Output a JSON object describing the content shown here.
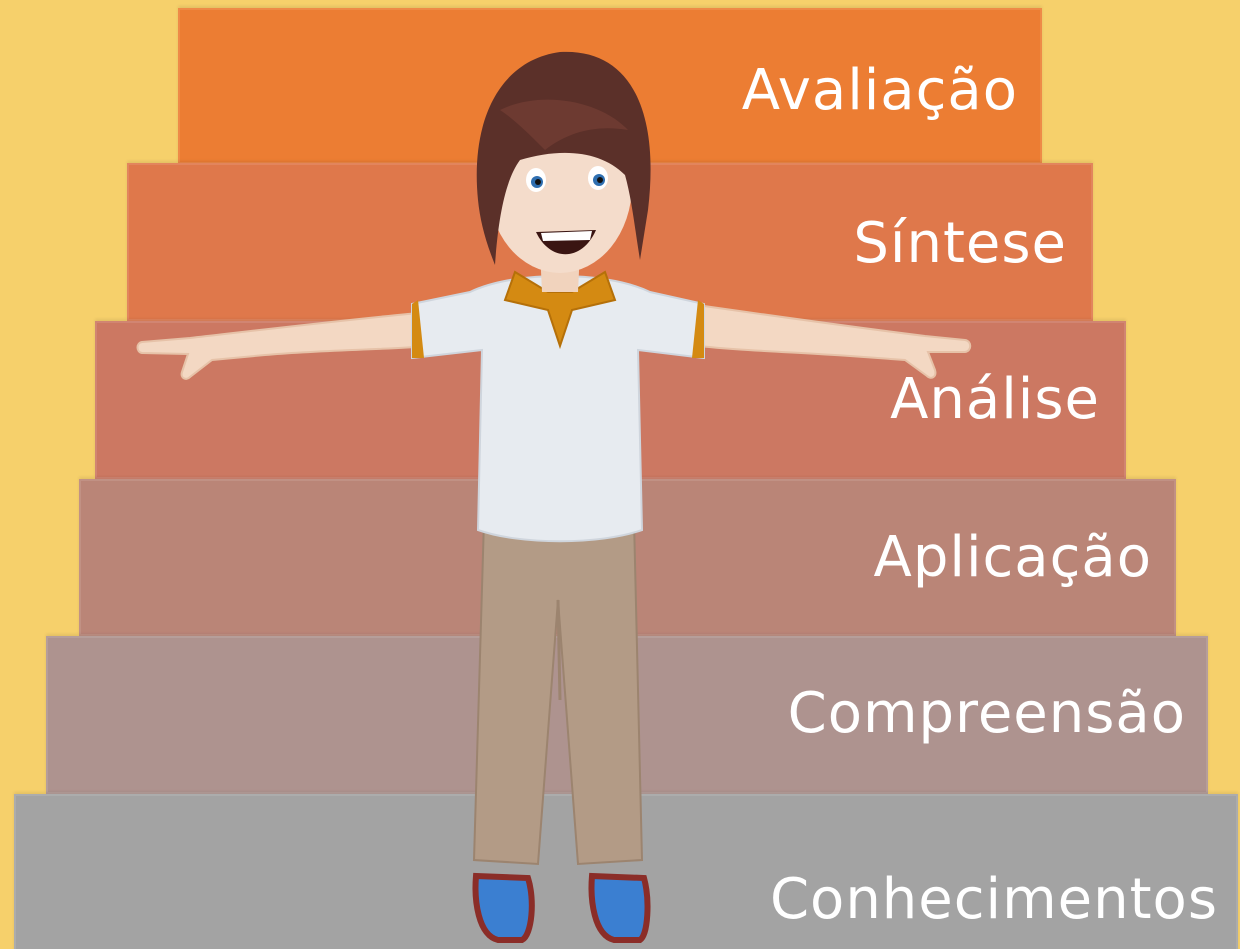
{
  "colors": {
    "background": "#f6d06b",
    "steps": [
      "#ec7d33",
      "#df784b",
      "#cc7862",
      "#ba8577",
      "#ae938f",
      "#a3a3a3"
    ]
  },
  "levels": [
    {
      "label": "Avaliação"
    },
    {
      "label": "Síntese"
    },
    {
      "label": "Análise"
    },
    {
      "label": "Aplicação"
    },
    {
      "label": "Compreensão"
    },
    {
      "label": "Conhecimentos"
    }
  ],
  "figure": {
    "icon": "cartoon-boy-avatar-icon"
  }
}
